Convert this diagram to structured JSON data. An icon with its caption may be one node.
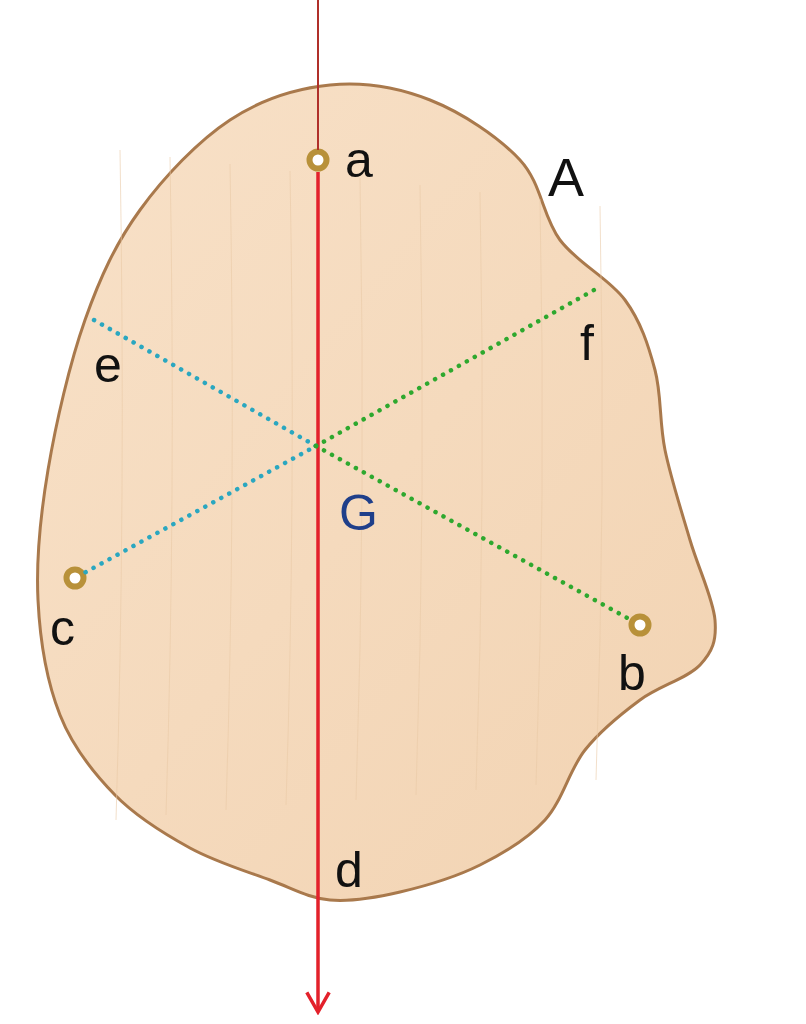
{
  "diagram": {
    "nodes": [
      {
        "text": [],
        "shape": "picture",
        "beside": [
          "A"
        ]
      },
      {
        "text": [],
        "shape": "circle",
        "in": 0,
        "beside": [
          "a"
        ]
      },
      {
        "text": [],
        "shape": "circle",
        "in": 0,
        "beside": [
          "b"
        ]
      },
      {
        "text": [],
        "shape": "circle",
        "in": 0,
        "beside": [
          "c"
        ]
      },
      {
        "text": [
          "e"
        ],
        "in": 0
      },
      {
        "text": [
          "f"
        ],
        "in": 0
      },
      {
        "text": [
          "G"
        ],
        "in": 0
      }
    ],
    "edges": [
      {
        "from": 1,
        "to": null,
        "arrow": "to",
        "color": "#e3212b"
      },
      {
        "from": 4,
        "to": 6,
        "arrow": "none",
        "style": "dashed",
        "color": "#2aa7c0"
      },
      {
        "from": 3,
        "to": 6,
        "arrow": "none",
        "style": "dashed",
        "color": "#2aa7c0"
      },
      {
        "from": 6,
        "to": 5,
        "arrow": "none",
        "style": "dashed",
        "color": "#2ea82e"
      },
      {
        "from": 6,
        "to": 2,
        "arrow": "none",
        "style": "dashed",
        "color": "#2ea82e"
      }
    ],
    "labels": [
      "d"
    ]
  }
}
